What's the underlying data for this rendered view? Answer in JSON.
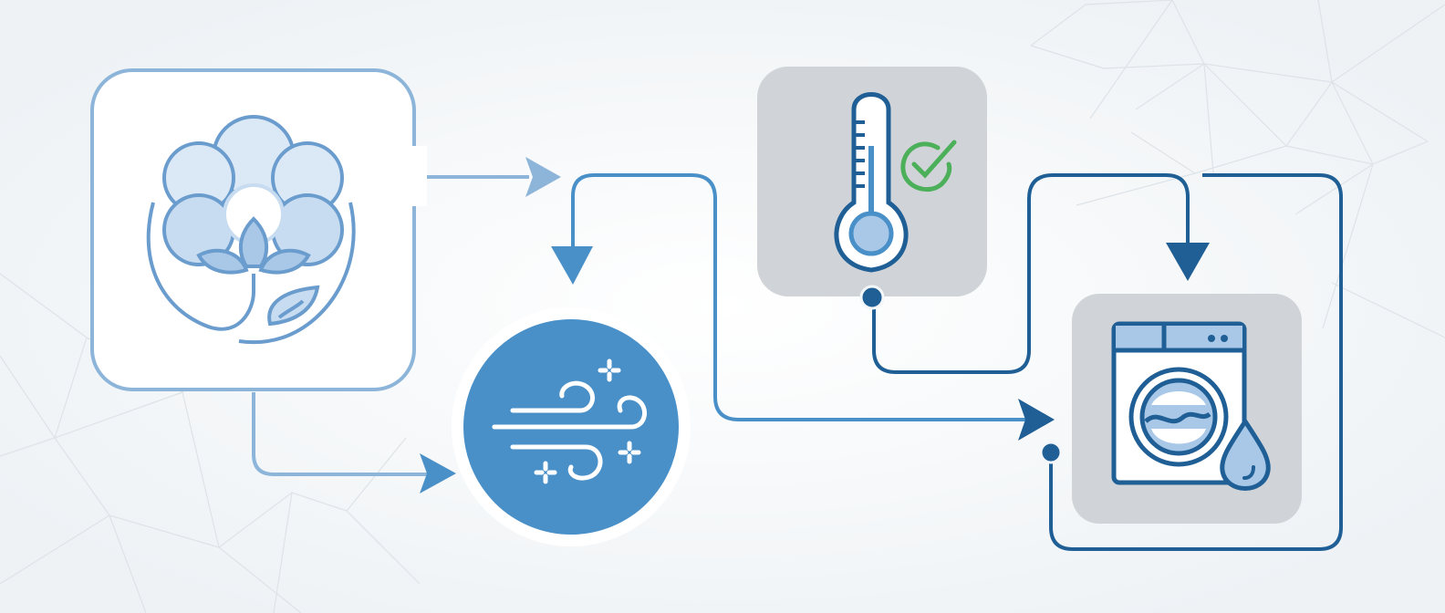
{
  "diagram": {
    "nodes": [
      {
        "id": "cotton",
        "icon": "cotton-flower-icon"
      },
      {
        "id": "airflow",
        "icon": "wind-icon"
      },
      {
        "id": "temperature",
        "icon": "thermometer-check-icon"
      },
      {
        "id": "washer",
        "icon": "washing-machine-icon"
      }
    ],
    "edges": [
      {
        "from": "cotton",
        "to": "airflow"
      },
      {
        "from": "cotton",
        "to": "airflow-loop"
      },
      {
        "from": "temperature",
        "to": "washer"
      },
      {
        "from": "airflow-loop",
        "to": "washer"
      }
    ],
    "colors": {
      "background": "#f4f7f9",
      "light_blue": "#8db4d9",
      "mid_blue": "#4a90c8",
      "dark_blue": "#1f5f95",
      "card_gray": "#d0d4d8",
      "check_green": "#4caf5a"
    }
  }
}
